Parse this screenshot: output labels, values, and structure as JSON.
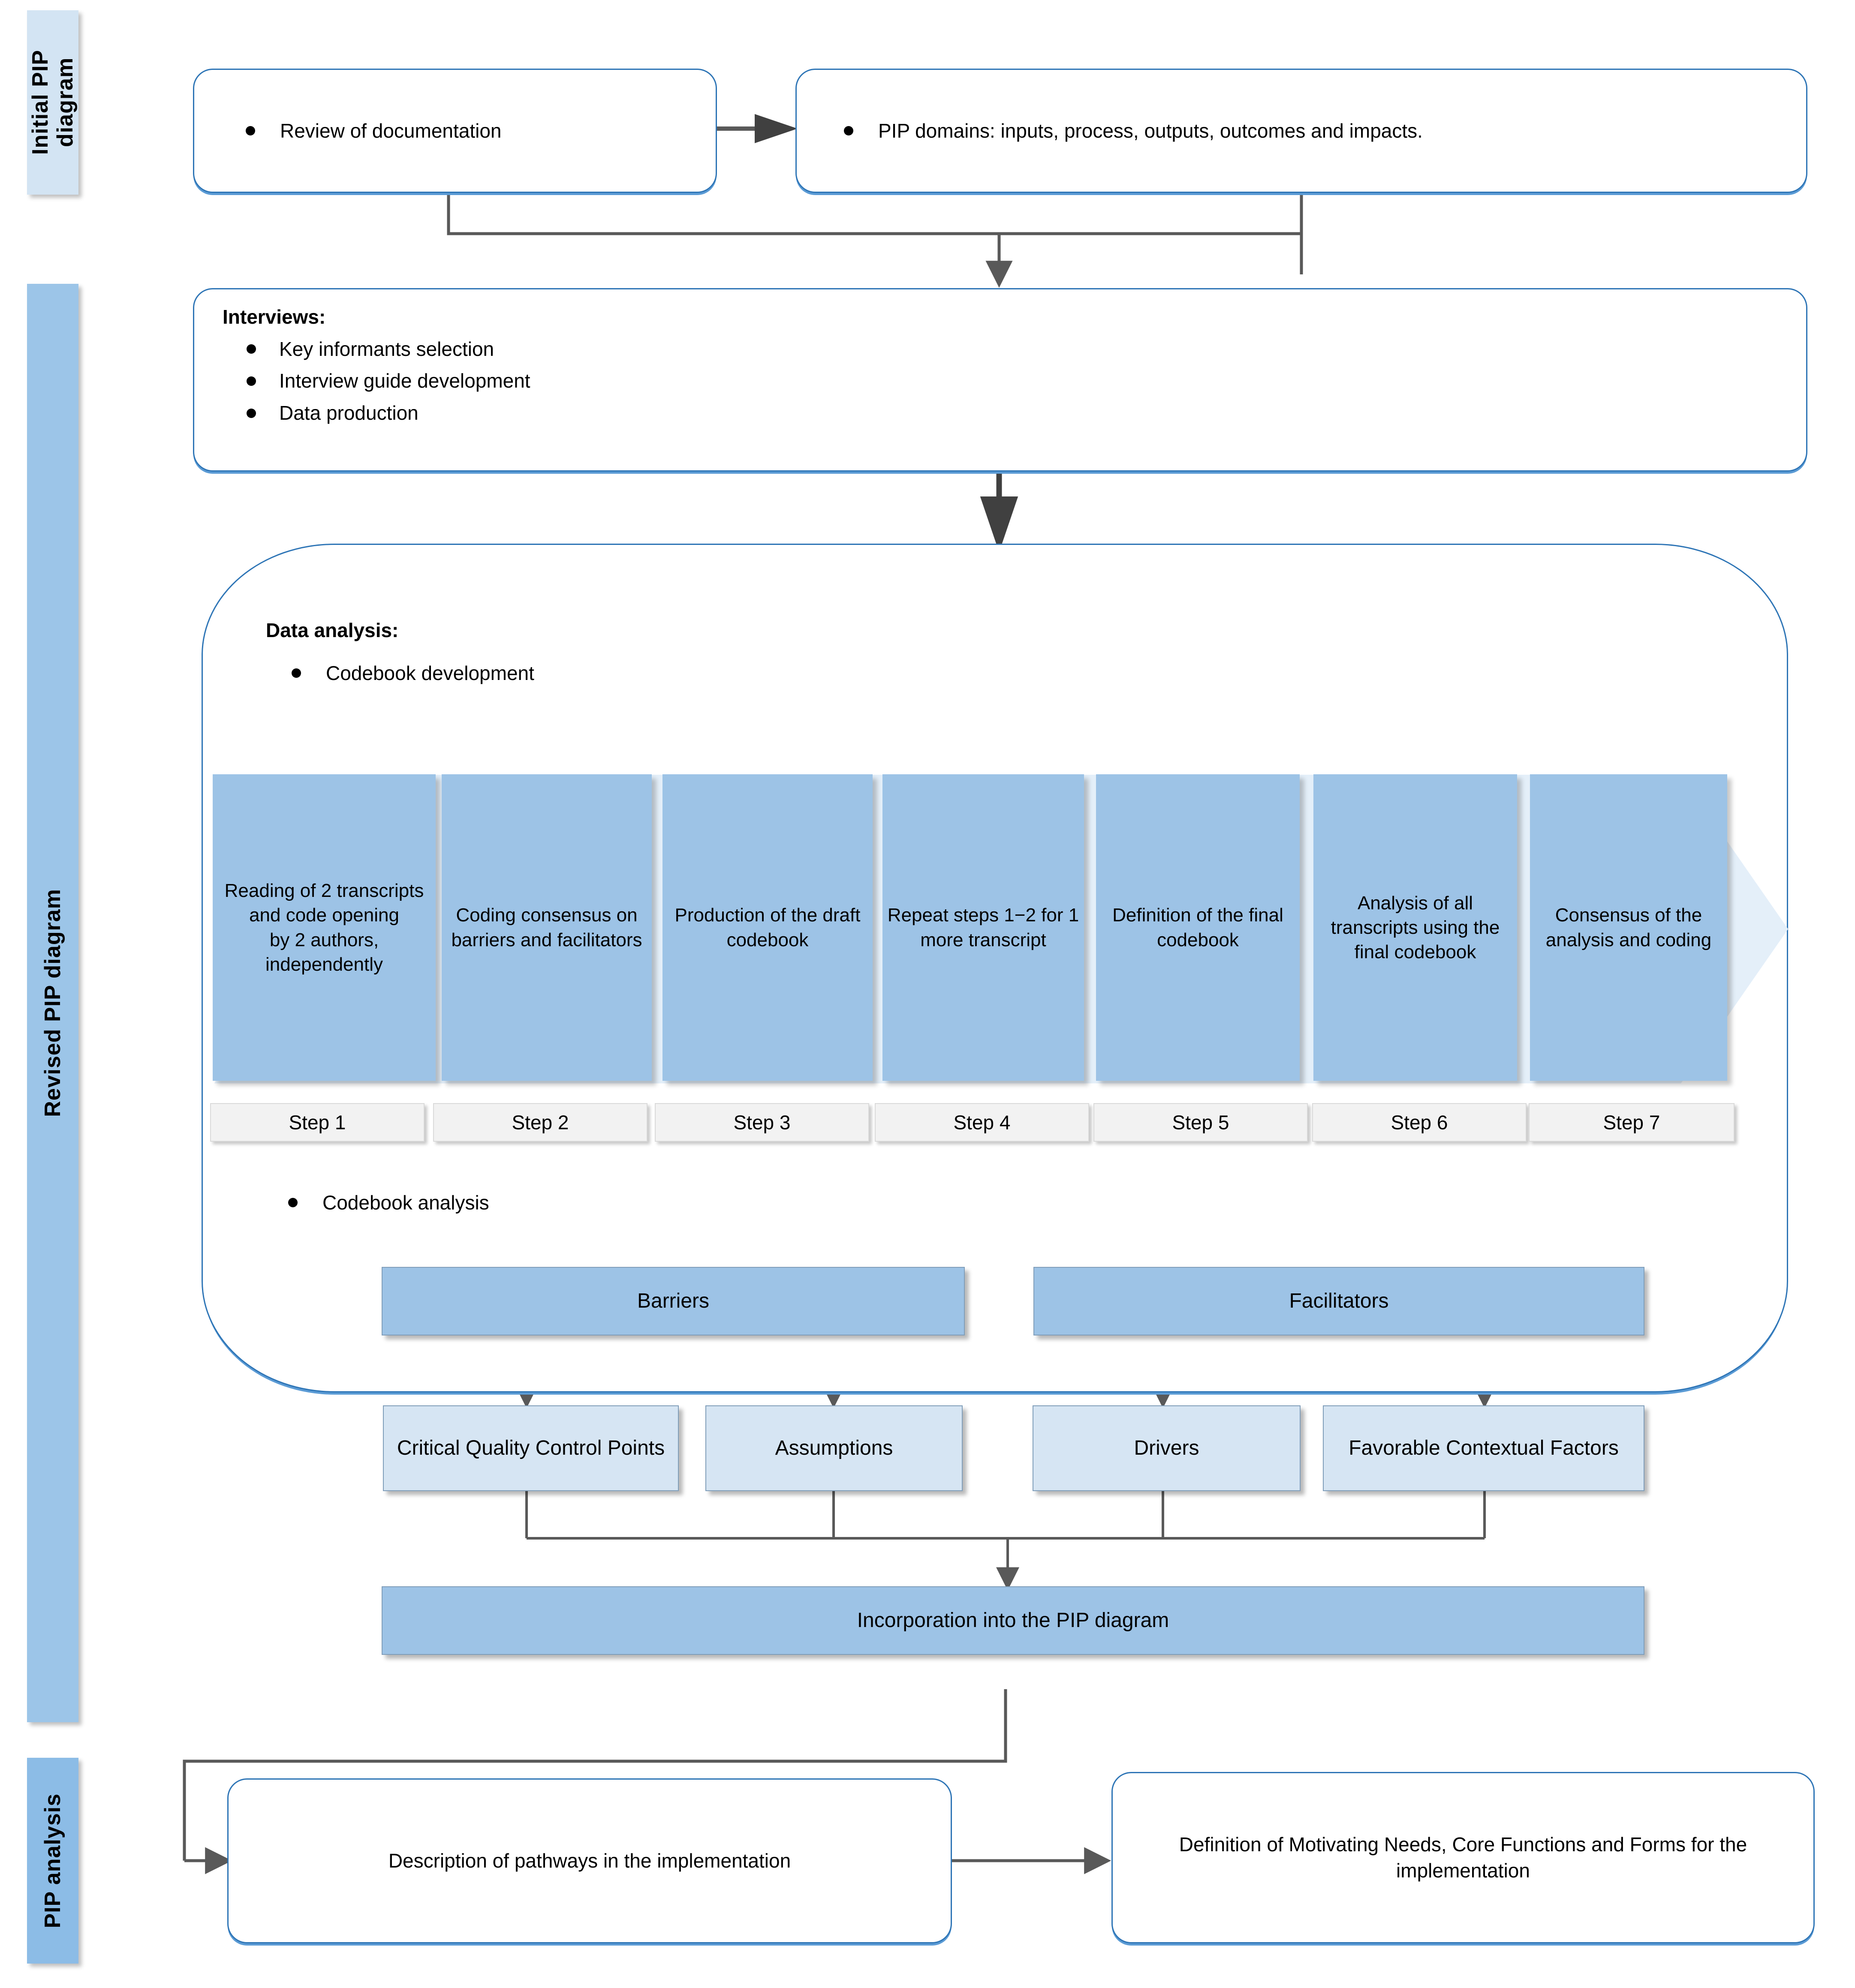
{
  "bands": {
    "initial": "Initial PIP\ndiagram",
    "revised": "Revised PIP diagram",
    "pip_analysis": "PIP analysis"
  },
  "boxes": {
    "review_documentation": "Review of documentation",
    "pip_domains": "PIP domains: inputs, process, outputs, outcomes and impacts.",
    "interviews_title": "Interviews:",
    "interviews_items": [
      "Key informants selection",
      "Interview guide development",
      "Data production"
    ],
    "data_analysis_title": "Data analysis:",
    "codebook_development": "Codebook development",
    "codebook_analysis": "Codebook analysis",
    "incorporation": "Incorporation into the PIP diagram",
    "description_pathways": "Description of pathways in the implementation",
    "definition_motivating": "Definition of Motivating Needs, Core Functions and Forms for the implementation"
  },
  "steps": [
    {
      "label": "Step 1",
      "text": "Reading of 2 transcripts and code opening\nby 2 authors, independently"
    },
    {
      "label": "Step 2",
      "text": "Coding consensus on barriers and facilitators"
    },
    {
      "label": "Step 3",
      "text": "Production of the draft codebook"
    },
    {
      "label": "Step 4",
      "text": "Repeat steps 1−2 for 1 more transcript"
    },
    {
      "label": "Step 5",
      "text": "Definition of the final codebook"
    },
    {
      "label": "Step 6",
      "text": "Analysis of all transcripts using the final codebook"
    },
    {
      "label": "Step 7",
      "text": "Consensus of the analysis and coding"
    }
  ],
  "analysis": {
    "barriers": "Barriers",
    "facilitators": "Facilitators",
    "critical_quality": "Critical Quality Control Points",
    "assumptions": "Assumptions",
    "drivers": "Drivers",
    "favorable": "Favorable Contextual Factors"
  },
  "colors": {
    "band_light": "#D3E4F3",
    "band_mid": "#9CC5E8",
    "step_fill": "#9DC3E6",
    "chevron_fill": "#E4EFF9",
    "box_border": "#2E75B6",
    "light_fill": "#D6E5F3",
    "connector": "#595959"
  }
}
